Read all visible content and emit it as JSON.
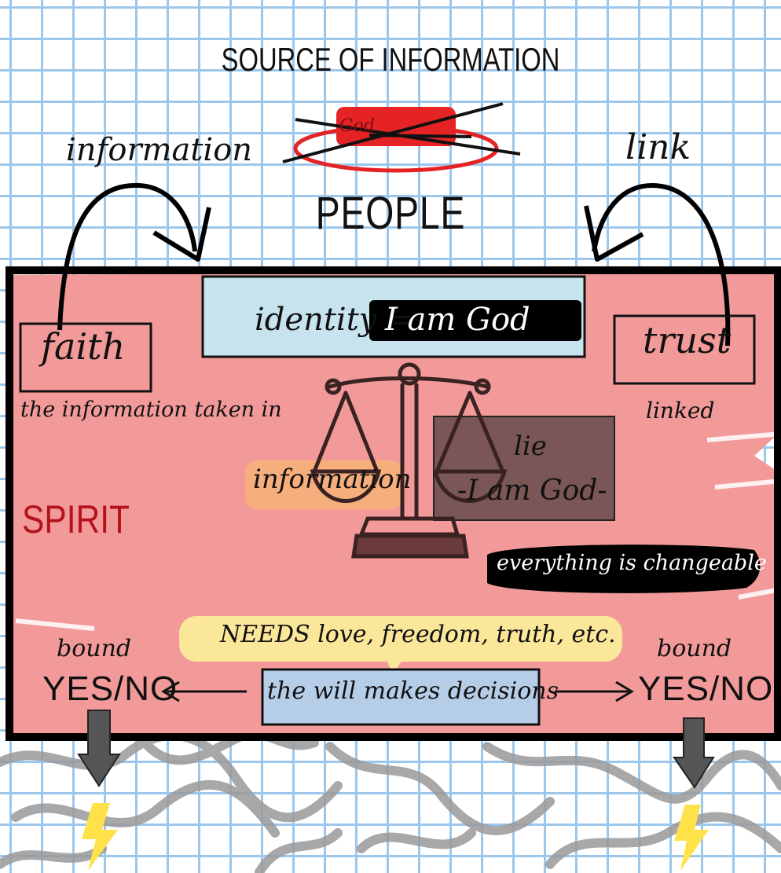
{
  "title": "SOURCE OF INFORMATION",
  "crossed_out_word": "God",
  "people_label": "PEOPLE",
  "left_arrow_label": "information",
  "right_arrow_label": "link",
  "faith_label": "faith",
  "trust_label": "trust",
  "identity_label": "identity =",
  "identity_value": "I am God",
  "faith_caption": "the information taken in",
  "trust_caption": "linked",
  "spirit_label": "SPIRIT",
  "scale_left_label": "information",
  "lie_label": "lie",
  "lie_value": "-I am God-",
  "changeable_label": "everything is changeable",
  "needs_label": "NEEDS love, freedom, truth, etc.",
  "will_label": "the will makes decisions",
  "bound_left": "bound",
  "yesno_left": "YES/NO",
  "bound_right": "bound",
  "yesno_right": "YES/NO",
  "colors": {
    "pink_panel": "#f29a9a",
    "light_blue": "#c7e3ee",
    "red_highlight": "#e52325",
    "spirit_red": "#b5121b",
    "yellow_bubble": "#fbe79a",
    "lie_box": "#7a5656",
    "grid_blue": "#9cc7ec",
    "lightning_yellow": "#ffe14a"
  }
}
